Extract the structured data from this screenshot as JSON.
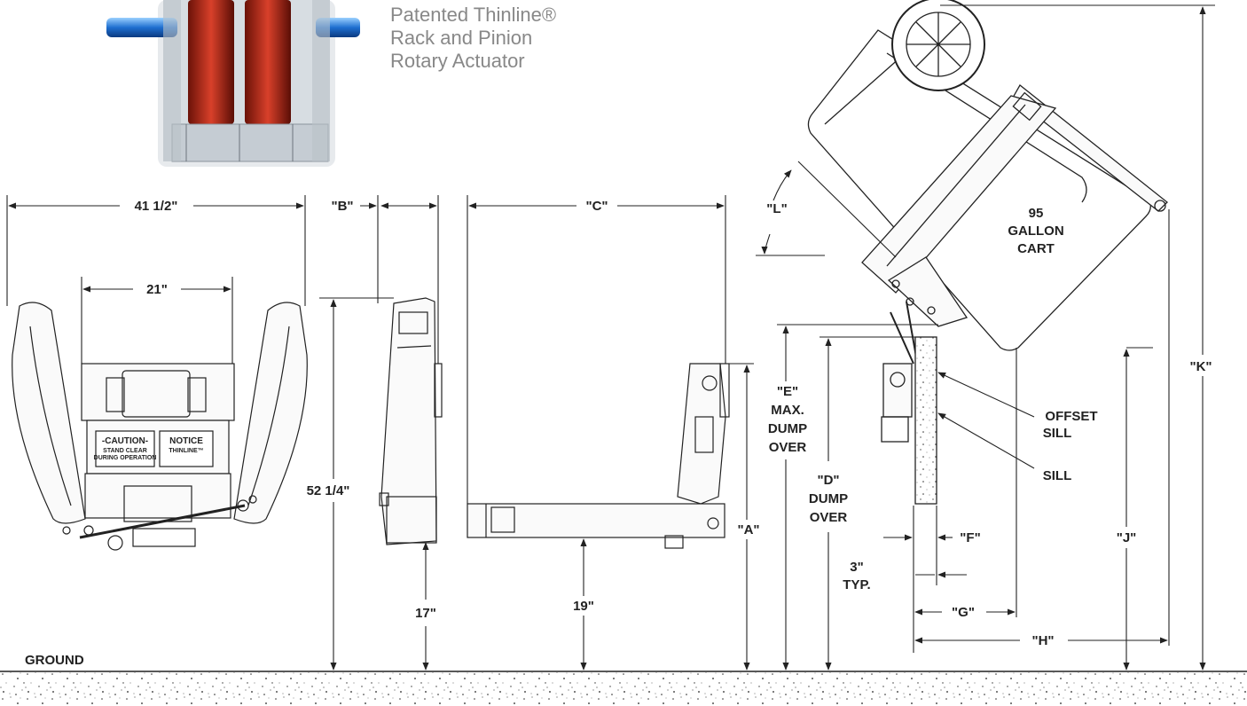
{
  "caption": {
    "line1": "Patented Thinline®",
    "line2": "Rack and Pinion",
    "line3": "Rotary Actuator"
  },
  "labels": {
    "width_overall": "41 1/2\"",
    "width_inner": "21\"",
    "height_overall": "52 1/4\"",
    "dim_b": "\"B\"",
    "dim_c": "\"C\"",
    "dim_a": "\"A\"",
    "dim_17": "17\"",
    "dim_19": "19\"",
    "dim_l": "\"L\"",
    "dim_k": "\"K\"",
    "dim_j": "\"J\"",
    "dim_f": "\"F\"",
    "dim_g": "\"G\"",
    "dim_h": "\"H\"",
    "dim_e": "\"E\"",
    "max": "MAX.",
    "dump": "DUMP",
    "over": "OVER",
    "dim_d": "\"D\"",
    "dim_3": "3\"",
    "typ": "TYP.",
    "cart_95": "95",
    "gallon": "GALLON",
    "cart": "CART",
    "offset": "OFFSET",
    "sill": "SILL",
    "ground": "GROUND",
    "caution": "-CAUTION-",
    "caution_sub1": "STAND CLEAR",
    "caution_sub2": "DURING OPERATION",
    "notice": "NOTICE",
    "notice_sub": "THINLINE™"
  }
}
